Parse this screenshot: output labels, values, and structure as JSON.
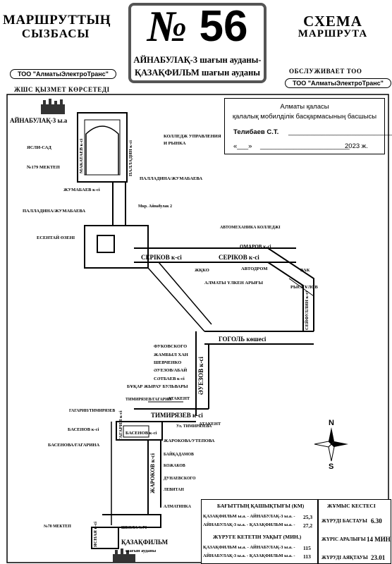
{
  "header": {
    "left_line1": "МАРШРУТТЫҢ",
    "left_line2": "СЫЗБАСЫ",
    "right_line1": "СХЕМА",
    "right_line2": "МАРШРУТА",
    "route_number": "56",
    "route_symbol": "№",
    "route_from": "АЙНАБУЛАҚ-3 шағын ауданы-",
    "route_to": "ҚАЗАҚФИЛЬМ шағын ауданы"
  },
  "operator": {
    "left_name": "ТОО \"АлматыЭлектроТранс\"",
    "left_caption": "ЖШС ҚЫЗМЕТ КӨРСЕТЕДІ",
    "right_caption": "ОБСЛУЖИВАЕТ ТОО",
    "right_name": "ТОО \"АлматыЭлектроТранс\""
  },
  "approval": {
    "line1": "Алматы қаласы",
    "line2": "қалалық мобилділік басқармасының басшысы",
    "signer": "Телибаев С.Т.",
    "date_prefix": "«___»",
    "date_suffix": "2023 ж."
  },
  "map": {
    "streets": [
      {
        "id": "aynabulak",
        "text": "АЙНАБУЛАҚ-3 ы.а"
      },
      {
        "id": "yasli",
        "text": "ЯСЛИ-САД"
      },
      {
        "id": "school179",
        "text": "№179 МЕКТЕП"
      },
      {
        "id": "makataev",
        "text": "МАКАТАЕВ к-сі"
      },
      {
        "id": "palladin_v",
        "text": "ПАЛЛАДИН к-сі"
      },
      {
        "id": "college",
        "text": "КОЛЛЕДЖ УПРАВЛЕНИЯ"
      },
      {
        "id": "rynok",
        "text": "И РЫНКА"
      },
      {
        "id": "palladina_zhum1",
        "text": "ПАЛЛАДИНА/ЖУМАБАЕВА"
      },
      {
        "id": "zhumabaev",
        "text": "ЖУМАБАЕВ к-сі"
      },
      {
        "id": "palladina_zhum2",
        "text": "ПАЛЛАДИНА/ЖУМАБАЕВА"
      },
      {
        "id": "mkr",
        "text": "Мкр. Айнабулак 2"
      },
      {
        "id": "esentay",
        "text": "ЕСЕНТАЙ ӨЗЕНІ"
      },
      {
        "id": "avtomehanika",
        "text": "АВТОМЕХАНИКА КОЛЛЕДЖІ"
      },
      {
        "id": "omarov",
        "text": "ОМАРОВ к-сі"
      },
      {
        "id": "serikov1",
        "text": "СЕРІКОВ к-сі"
      },
      {
        "id": "serikov2",
        "text": "СЕРІКОВ к-сі"
      },
      {
        "id": "zhko",
        "text": "ЖҚКО"
      },
      {
        "id": "avtodrom",
        "text": "АВТОДРОМ"
      },
      {
        "id": "vak",
        "text": "ВАК"
      },
      {
        "id": "rysqulov",
        "text": "РЫСКҰЛОВ"
      },
      {
        "id": "big_aryk",
        "text": "АЛМАТЫ ҮЛКЕН АРЫҒЫ"
      },
      {
        "id": "seifullin",
        "text": "СЕЙФУЛЛИН к-сі"
      },
      {
        "id": "gogol",
        "text": "ГОГОЛЬ көшесі"
      },
      {
        "id": "fokovskogo",
        "text": "ФУКОВСКОГО"
      },
      {
        "id": "abylai",
        "text": "ЖАМБЫЛ ХАН"
      },
      {
        "id": "shevchenko",
        "text": "ШЕВЧЕНКО"
      },
      {
        "id": "auezova",
        "text": "ӘУЕЗОВ/АБАЙ"
      },
      {
        "id": "satpaev",
        "text": "СӘТБАЕВ к-сі"
      },
      {
        "id": "bukhar",
        "text": "БҰҚАР ЖЫРАУ БУЛЬВАРЫ"
      },
      {
        "id": "auezov",
        "text": "ӘУЕЗОВ к-сі"
      },
      {
        "id": "atakent1",
        "text": "АТАКЕНТ"
      },
      {
        "id": "atakent2",
        "text": "АТАКЕНТ"
      },
      {
        "id": "timiryazev",
        "text": "ТИМИРЯЗЕВ к-сі"
      },
      {
        "id": "timiryazev_s",
        "text": "ТИМИРЯЗЕВ/ГАГАРИН"
      },
      {
        "id": "gagarin_tim",
        "text": "ГАГАРИН/ТИМИРЯЗЕВ"
      },
      {
        "id": "gagarin",
        "text": "ГАГАРИН к-сі"
      },
      {
        "id": "basenov1",
        "text": "БАСЕНОВ к-сі"
      },
      {
        "id": "basenov2",
        "text": "БАСЕНОВ к-сі"
      },
      {
        "id": "basenova_gag",
        "text": "БАСЕНОВА/ГАГАРИНА"
      },
      {
        "id": "zharokova_ut",
        "text": "ЖАРОКОВА/УТЕПОВА"
      },
      {
        "id": "zharokov",
        "text": "ЖАРОКОВ к-сі"
      },
      {
        "id": "baikadam",
        "text": "БАЙҚАДАМОВ"
      },
      {
        "id": "kozhakov",
        "text": "КОЖАКОВ"
      },
      {
        "id": "dunaevsk",
        "text": "ДУНАЕВСКОГО"
      },
      {
        "id": "levitan",
        "text": "ЛЕВИТАН"
      },
      {
        "id": "almatinka",
        "text": "АЛМАТИНКА"
      },
      {
        "id": "school70",
        "text": "№70 МЕКТЕП"
      },
      {
        "id": "school70b",
        "text": "ШКОЛА №70"
      },
      {
        "id": "yasnaya",
        "text": "ЯСНАЯ к-сі"
      },
      {
        "id": "kazakhfilm",
        "text": "ҚАЗАҚФИЛЬМ"
      },
      {
        "id": "kazakhfilm2",
        "text": "шағын ауданы"
      },
      {
        "id": "utepov",
        "text": "Ул. ТИМИРЯЗЕВА"
      }
    ],
    "compass": {
      "n": "N",
      "s": "S"
    }
  },
  "distance_panel": {
    "title": "БАҒЫТТЫҢ ҚАШЫҚТЫҒЫ (КМ)",
    "row1_label": "ҚАЗАҚФИЛЬМ ы.а. - АЙНАБУЛАҚ-3 ы.а. -",
    "row1_value": "25,3",
    "row2_label": "АЙНАБУЛАҚ-3 ы.а. - ҚАЗАҚФИЛЬМ ы.а. -",
    "row2_value": "27,2",
    "title2": "ЖҮРУГЕ КЕТЕТІН УАҚЫТ (МИН.)",
    "row3_label": "ҚАЗАҚФИЛЬМ ы.а. - АЙНАБУЛАҚ-3 ы.а. -",
    "row3_value": "115",
    "row4_label": "АЙНАБУЛАҚ-3 ы.а. - ҚАЗАҚФИЛЬМ ы.а. -",
    "row4_value": "113"
  },
  "schedule_panel": {
    "title": "ЖҰМЫС КЕСТЕСІ",
    "start_label": "ЖҮРУДІ БАСТАУЫ",
    "start_value": "6.30",
    "interval_label": "ЖҮРІС АРАЛЫҒЫ",
    "interval_value": "14 МИН",
    "end_label": "ЖҮРУДІ АЯҚТАУЫ",
    "end_value": "23.01"
  }
}
